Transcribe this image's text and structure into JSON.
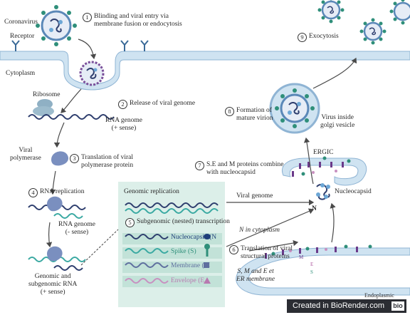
{
  "labels": {
    "coronavirus": "Coronavirus",
    "receptor": "Receptor",
    "cytoplasm": "Cytoplasm",
    "ribosome": "Ribosome",
    "rna_genome_plus": "RNA genome\n(+ sense)",
    "viral_polymerase": "Viral\npolymerase",
    "rna_genome_minus": "RNA genome\n(- sense)",
    "genomic_subgenomic": "Genomic and\nsubgenomic RNA\n(+ sense)",
    "virus_golgi": "Virus inside\ngolgi vesicle",
    "ergic": "ERGIC",
    "nucleocapsid": "Nucleocapsid",
    "viral_genome": "Viral genome",
    "n_in_cytoplasm": "N in cytoplasm",
    "n_letter": "N",
    "smee_er": "S, M and E et\nER membrane",
    "endoplasmic": "Endoplasmic",
    "m_small": "M",
    "e_small": "E",
    "s_small": "S"
  },
  "steps": [
    {
      "num": "1",
      "text": "Blinding and viral entry via\nmembrane fusion or endocytosis"
    },
    {
      "num": "2",
      "text": "Release of viral genome"
    },
    {
      "num": "3",
      "text": "Translation of viral\npolymerase protein"
    },
    {
      "num": "4",
      "text": "RNA replication"
    },
    {
      "num": "5",
      "text": "Subgenomic (nested) transcription"
    },
    {
      "num": "6",
      "text": "Translation of viral\nstructural proteins"
    },
    {
      "num": "7",
      "text": "S.E and M proteins combine\nwith nucleocapsid"
    },
    {
      "num": "8",
      "text": "Formation of\nmature virion"
    },
    {
      "num": "9",
      "text": "Exocytosis"
    }
  ],
  "panel": {
    "genomic_replication": "Genomic replication",
    "nucleocapsid": "Nucleocapsid (N",
    "spike": "Spike (S)",
    "membrane": "Membrane (M",
    "envelope": "Envelope (E"
  },
  "watermark": {
    "text": "Created in BioRender.com",
    "logo": "bio"
  },
  "colors": {
    "membrane": "#cfe3f1",
    "membrane_line": "#8fb4d4",
    "virus_body": "#5b88b8",
    "spike": "#2f8f7a",
    "rna_dark": "#2e3e6e",
    "rna_teal": "#3aa9a2",
    "polymerase": "#7a8fbf",
    "ribosome": "#8fb0c4",
    "envelope_pink": "#c890c0",
    "panel_bg": "#dcefe9"
  }
}
